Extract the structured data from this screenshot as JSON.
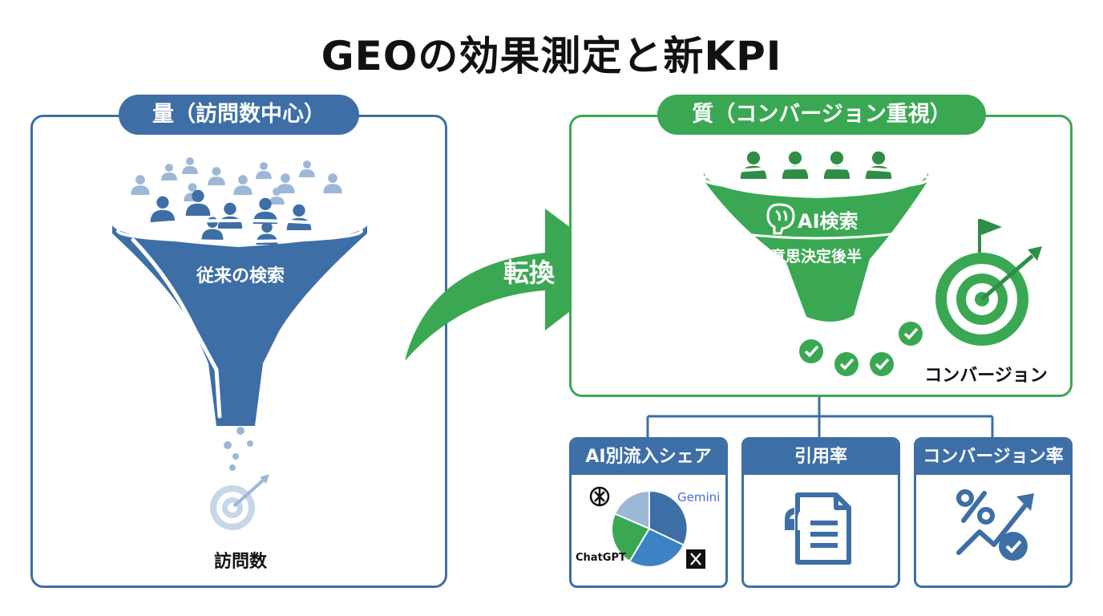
{
  "title": "GEOの効果測定と新KPI",
  "left_panel": {
    "header": "量（訪問数中心）",
    "funnel_label": "従来の検索",
    "result_label": "訪問数"
  },
  "arrow_label": "転換",
  "right_panel": {
    "header": "質（コンバージョン重視）",
    "funnel_label_top": "AI検索",
    "funnel_label_bottom": "意思決定後半",
    "result_label": "コンバージョン"
  },
  "kpi_cards": [
    {
      "title": "AI別流入シェア",
      "logos": [
        "ChatGPT",
        "Gemini"
      ]
    },
    {
      "title": "引用率"
    },
    {
      "title": "コンバージョン率"
    }
  ],
  "colors": {
    "blue": "#3d6ea6",
    "light_blue": "#9db8d6",
    "green": "#3aa853",
    "dark_green": "#2e8e45"
  },
  "icons": {
    "people": "person-icon",
    "target": "target-icon",
    "brain": "brain-icon",
    "check": "check-icon",
    "flag": "flag-icon",
    "document": "document-quote-icon",
    "percent_trend": "percent-trend-icon",
    "pie": "pie-chart-icon",
    "openai": "openai-logo-icon",
    "x": "x-logo-icon"
  }
}
